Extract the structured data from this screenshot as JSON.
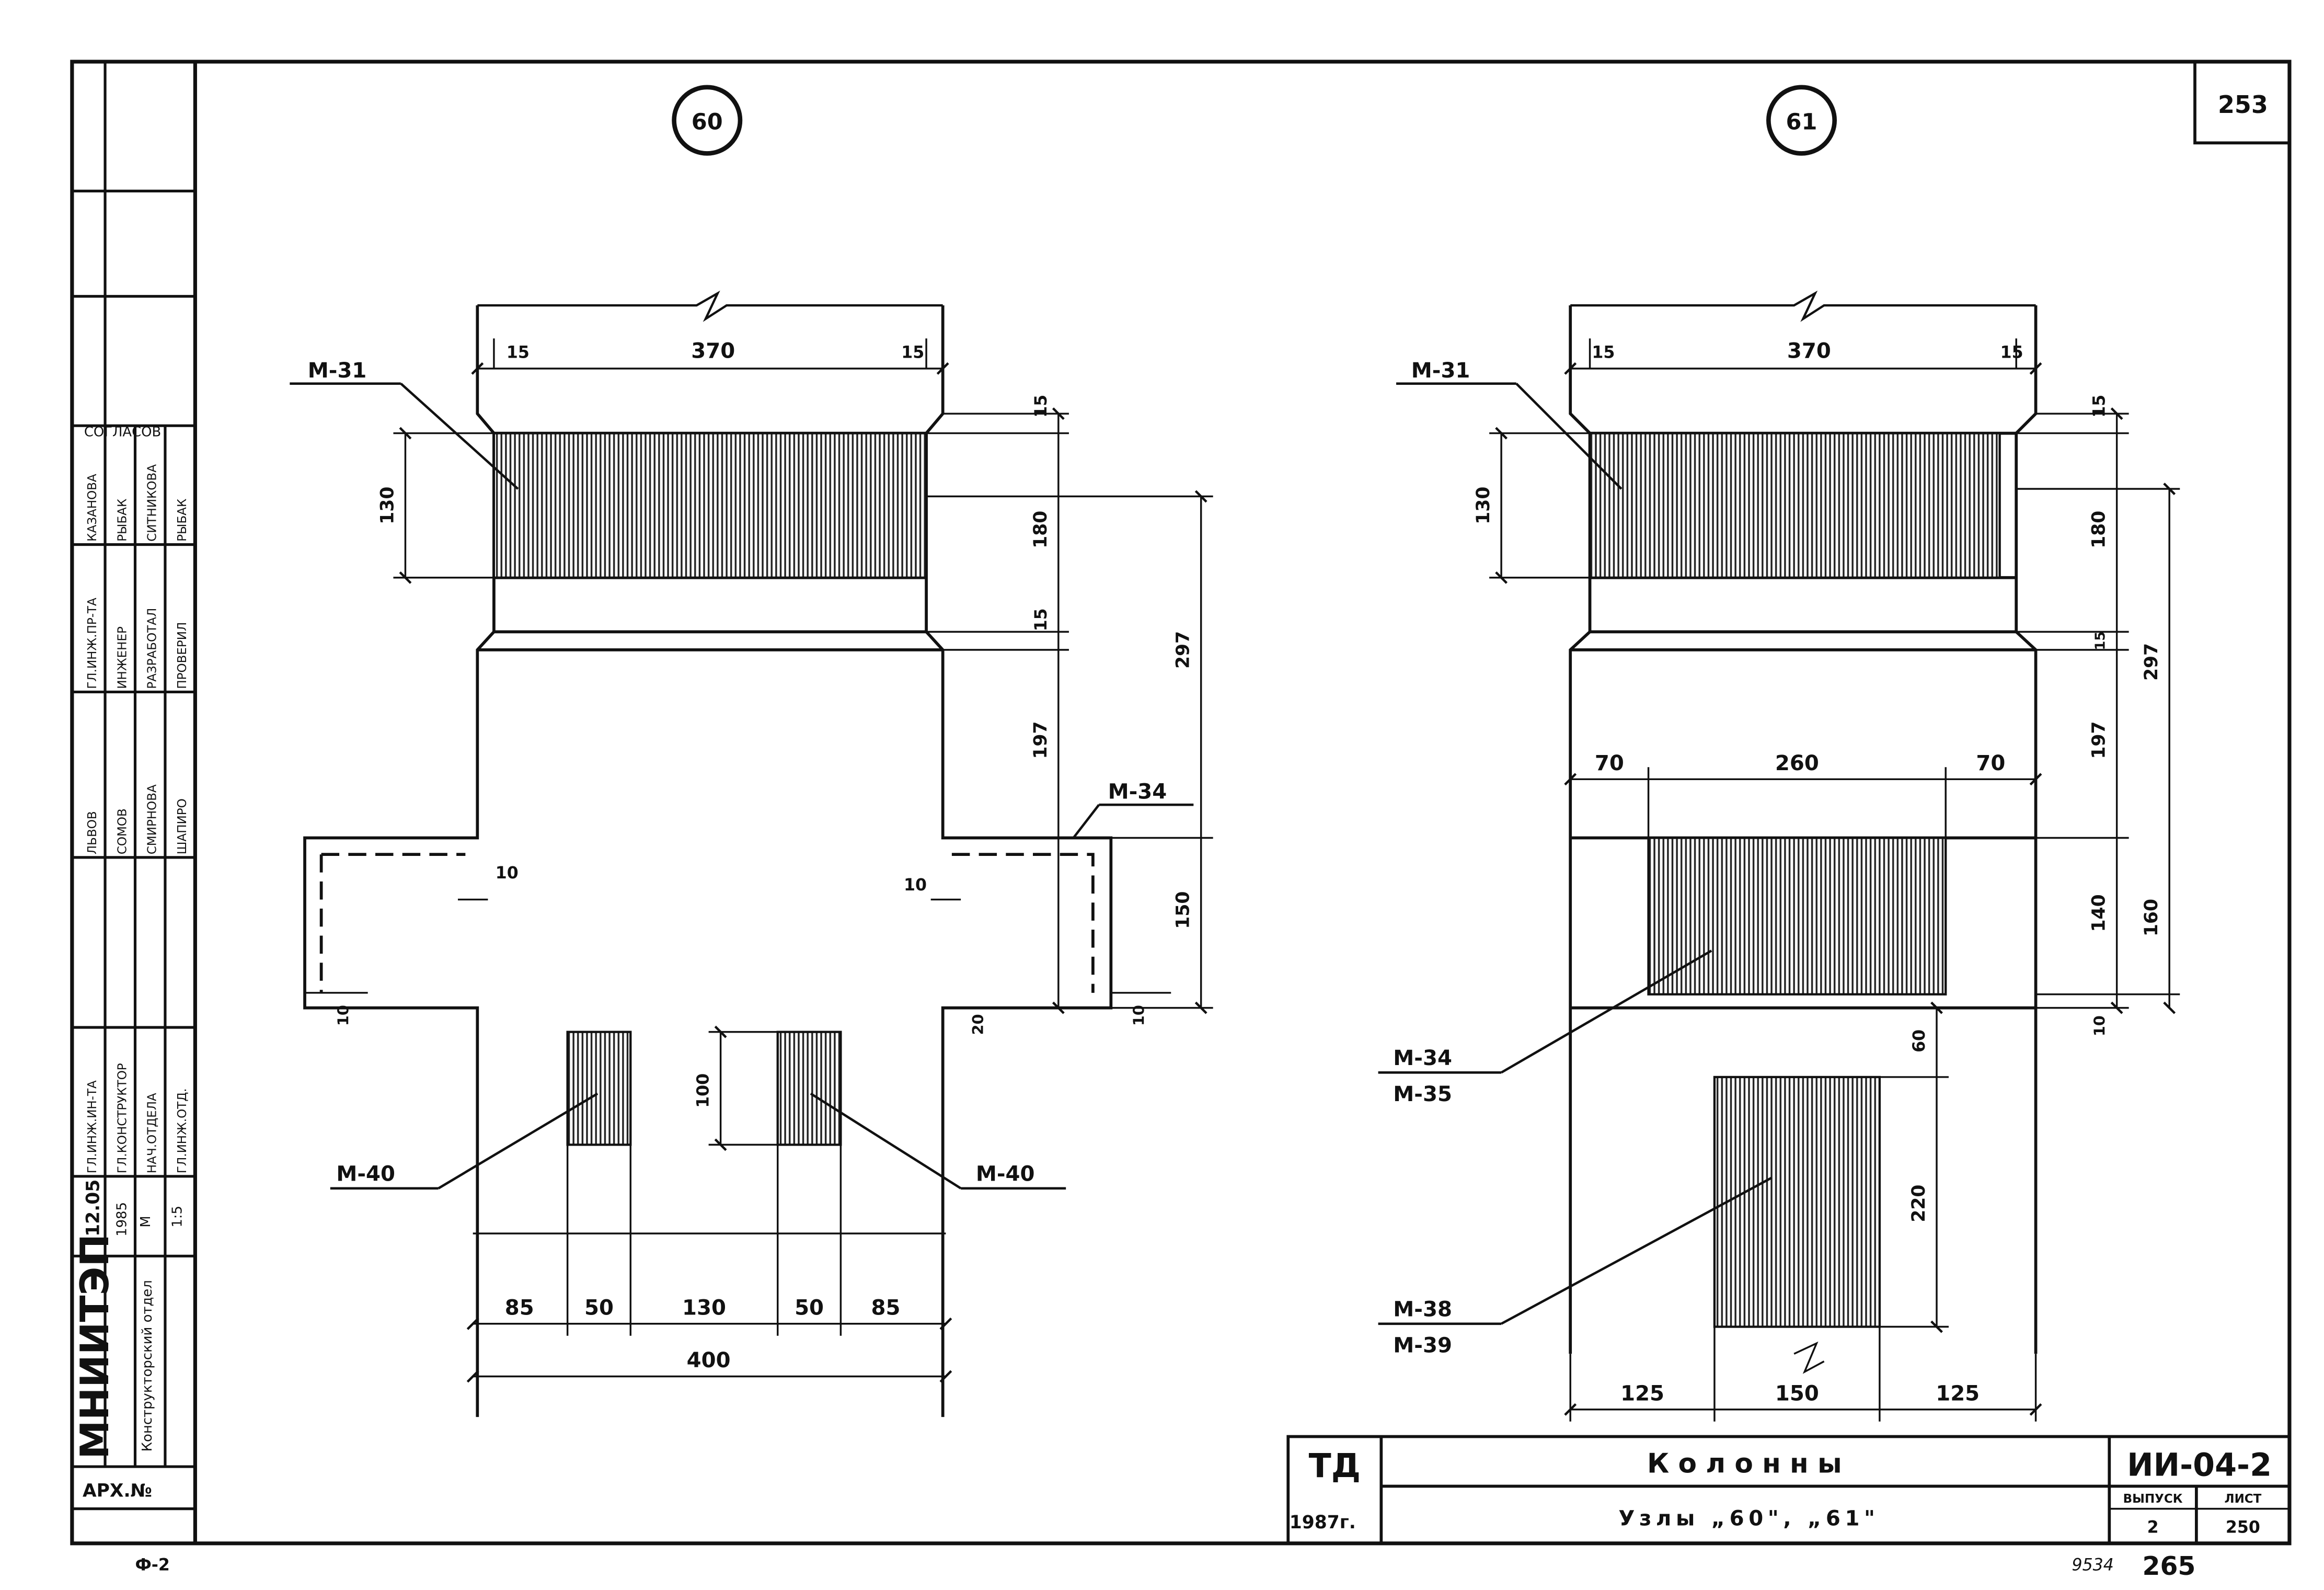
{
  "sheet": {
    "page_number": "253",
    "org": "МНИИТЭП",
    "department": "Конструкторский отдел",
    "archive": "АРХ.№",
    "date": "12.05",
    "year": "1985",
    "scale_label": "М",
    "scale": "1:5",
    "bottom_left_mark": "Ф-2",
    "bottom_right_mark": "9534",
    "bottom_page": "265",
    "stamp_top": "СОГЛАСОВ",
    "signatures": [
      {
        "role": "ГЛ.ИНЖ.ПР-ТА",
        "name": "КАЗАНОВА"
      },
      {
        "role": "ИНЖЕНЕР",
        "name": "РЫБАК"
      },
      {
        "role": "РАЗРАБОТАЛ",
        "name": "СИТНИКОВА"
      },
      {
        "role": "ПРОВЕРИЛ",
        "name": "РЫБАК"
      },
      {
        "role": "ГЛ.ИНЖ.ИН-ТА",
        "name": "ЛЬВОВ"
      },
      {
        "role": "ГЛ.КОНСТРУКТОР",
        "name": "СОМОВ"
      },
      {
        "role": "НАЧ.ОТДЕЛА",
        "name": "СМИРНОВА"
      },
      {
        "role": "ГЛ.ИНЖ.ОТД.",
        "name": "ШАПИРО"
      }
    ]
  },
  "title_block": {
    "org_code": "ТД",
    "year": "1987г.",
    "title": "Колонны",
    "subtitle": "Узлы „60\", „61\"",
    "series": "ИИ-04-2",
    "issue_label": "ВЫПУСК",
    "sheet_label": "ЛИСТ",
    "issue": "2",
    "sheet": "250"
  },
  "node60": {
    "id": "60",
    "dims": {
      "top_l": "15",
      "top_m": "370",
      "top_r": "15",
      "h130": "130",
      "h15a": "15",
      "h180": "180",
      "h15b": "15",
      "h197": "197",
      "h297": "297",
      "h150": "150",
      "side10l": "10",
      "side10r": "10",
      "bot10l": "10",
      "bot10r": "10",
      "h20": "20",
      "h100": "100",
      "b85l": "85",
      "b50l": "50",
      "b130": "130",
      "b50r": "50",
      "b85r": "85",
      "b400": "400"
    },
    "labels": {
      "m31": "М-31",
      "m34": "М-34",
      "m40l": "М-40",
      "m40r": "М-40"
    }
  },
  "node61": {
    "id": "61",
    "dims": {
      "top_l": "15",
      "top_m": "370",
      "top_r": "15",
      "h130": "130",
      "h15a": "15",
      "h180": "180",
      "h15b": "15",
      "h197": "197",
      "h297": "297",
      "w70l": "70",
      "w260": "260",
      "w70r": "70",
      "h140": "140",
      "h160": "160",
      "h10": "10",
      "h60": "60",
      "h220": "220",
      "b125l": "125",
      "b150": "150",
      "b125r": "125"
    },
    "labels": {
      "m31": "М-31",
      "m34": "М-34",
      "m35": "М-35",
      "m38": "М-38",
      "m39": "М-39"
    }
  }
}
